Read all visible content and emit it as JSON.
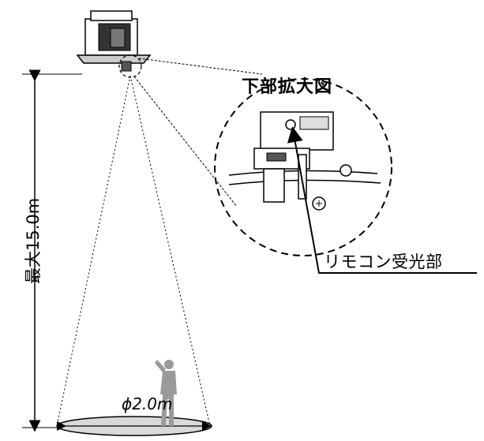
{
  "detail_title": "下部拡大図",
  "receiver_label": "リモコン受光部",
  "max_height_label": "最大15.0m",
  "diameter_label": "ϕ2.0m"
}
